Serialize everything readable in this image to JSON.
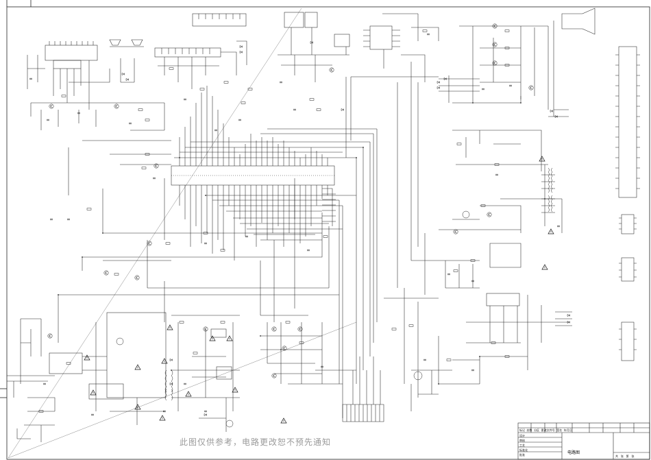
{
  "watermark": "此图仅供参考，电路更改恕不预先通知",
  "title_block": {
    "drawing_title": "电路图",
    "row_headers": [
      "标记",
      "处数",
      "分区",
      "更改文件号",
      "签名",
      "年月日"
    ],
    "signoff_labels": [
      "设计",
      "审核",
      "工艺",
      "标准化",
      "批准"
    ],
    "footer_labels": [
      "共",
      "张",
      "第",
      "张"
    ]
  },
  "colors": {
    "line": "#222222",
    "paper": "#ffffff",
    "watermark": "#9a9a9a"
  },
  "icons": [
    "warning-triangle-icon",
    "speaker-icon",
    "crt-tube-icon"
  ]
}
